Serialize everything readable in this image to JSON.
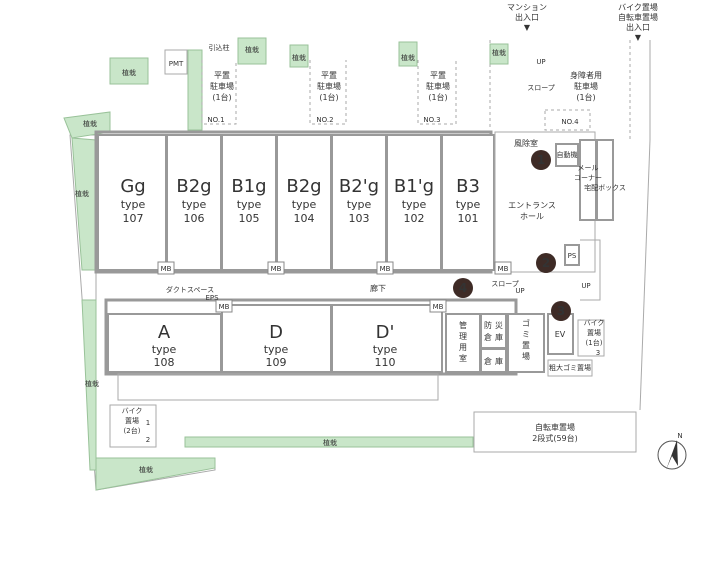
{
  "entrances": {
    "mansion": {
      "line1": "マンション",
      "line2": "出入口",
      "arrow": "▼"
    },
    "bike": {
      "line1": "バイク置場",
      "line2": "自転車置場",
      "line3": "出入口",
      "arrow": "▼"
    }
  },
  "top_labels": {
    "pmt": "PMT",
    "hikikomi": "引込柱",
    "planting": "植栽",
    "up": "UP",
    "slope": "スロープ"
  },
  "parking": [
    {
      "l1": "平置",
      "l2": "駐車場",
      "l3": "(1台)",
      "no": "NO.1"
    },
    {
      "l1": "平置",
      "l2": "駐車場",
      "l3": "(1台)",
      "no": "NO.2"
    },
    {
      "l1": "平置",
      "l2": "駐車場",
      "l3": "(1台)",
      "no": "NO.3"
    },
    {
      "l1": "身障者用",
      "l2": "駐車場",
      "l3": "(1台)",
      "no": "NO.4"
    }
  ],
  "upper_units": [
    {
      "type": "Gg",
      "word": "type",
      "num": "107"
    },
    {
      "type": "B2g",
      "word": "type",
      "num": "106"
    },
    {
      "type": "B1g",
      "word": "type",
      "num": "105"
    },
    {
      "type": "B2g",
      "word": "type",
      "num": "104"
    },
    {
      "type": "B2'g",
      "word": "type",
      "num": "103"
    },
    {
      "type": "B1'g",
      "word": "type",
      "num": "102"
    },
    {
      "type": "B3",
      "word": "type",
      "num": "101"
    }
  ],
  "lower_units": [
    {
      "type": "A",
      "word": "type",
      "num": "108"
    },
    {
      "type": "D",
      "word": "type",
      "num": "109"
    },
    {
      "type": "D'",
      "word": "type",
      "num": "110"
    }
  ],
  "rooms": {
    "windbreak": "風除室",
    "intercom": "自動機",
    "mail1": "メール",
    "mail2": "コーナー",
    "delivery": "宅配ボックス",
    "entrance_hall1": "エントランス",
    "entrance_hall2": "ホール",
    "ps": "PS",
    "mb": "MB",
    "corridor": "廊下",
    "duct": "ダクトスペース",
    "eps": "EPS",
    "slope_up": "スロープ",
    "up": "UP",
    "manager1": "管",
    "manager2": "理",
    "manager3": "用",
    "manager4": "室",
    "disaster1": "防",
    "disaster2": "災",
    "disaster3": "倉",
    "disaster4": "庫",
    "storage1": "倉",
    "storage2": "庫",
    "garbage1": "ゴ",
    "garbage2": "ミ",
    "garbage3": "置",
    "garbage4": "場",
    "ev": "EV",
    "bulky_garbage": "粗大ゴミ置場",
    "bike_right1": "バイク",
    "bike_right2": "置場",
    "bike_right3": "(1台)",
    "bike_right_n": "3",
    "bike_left1": "バイク",
    "bike_left2": "置場",
    "bike_left3": "(2台)",
    "bike_left_n1": "1",
    "bike_left_n2": "2",
    "bicycle1": "自転車置場",
    "bicycle2": "2段式(59台)"
  },
  "markers": [
    "1",
    "2",
    "3",
    "4"
  ],
  "compass": "N"
}
